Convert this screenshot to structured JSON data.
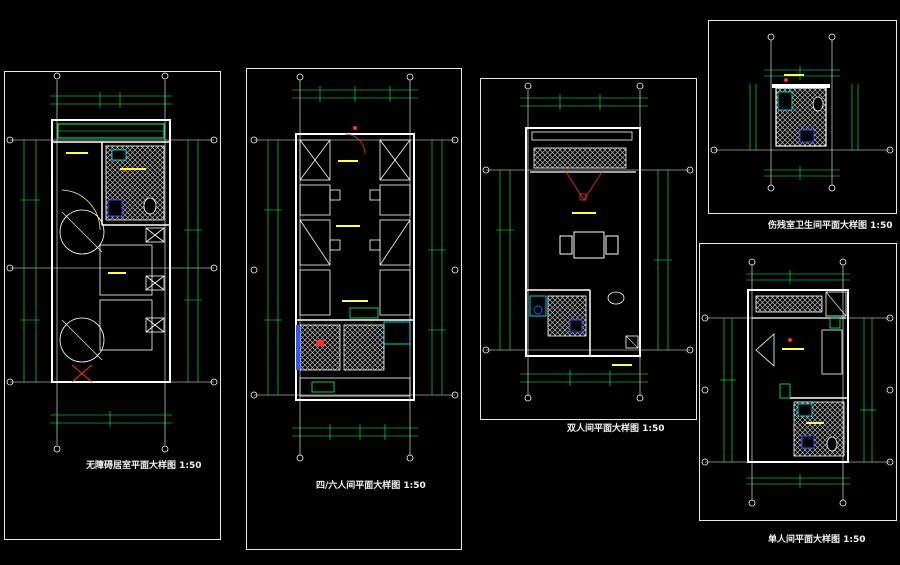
{
  "drawings": [
    {
      "id": "accessible",
      "title": "无障碍居室平面大样图 1:50"
    },
    {
      "id": "four-six",
      "title": "四/六人间平面大样图 1:50"
    },
    {
      "id": "double",
      "title": "双人间平面大样图 1:50"
    },
    {
      "id": "bathroom",
      "title": "伤残室卫生间平面大样图 1:50"
    },
    {
      "id": "single",
      "title": "单人间平面大样图 1:50"
    }
  ],
  "colors": {
    "background": "#000000",
    "frame": "#e8e8e8",
    "dimension": "#00ff66",
    "axis": "#ffffff",
    "wall": "#ffffff",
    "hatch": "#bdbdbd",
    "fixture": "#00ffff",
    "door": "#ff3030",
    "plumbing": "#3355ff",
    "text": "#ffff44"
  }
}
